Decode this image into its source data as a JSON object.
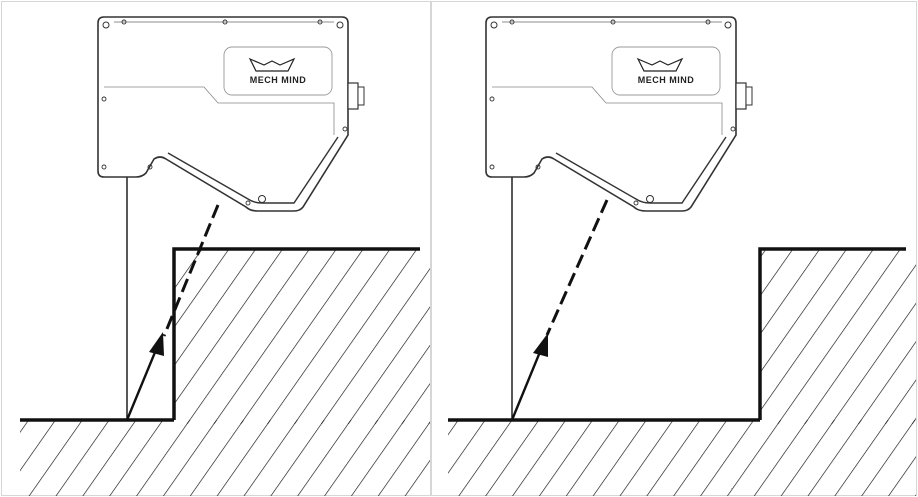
{
  "figure": {
    "panels": [
      {
        "id": "left",
        "brand_logo_text": "MECH MIND"
      },
      {
        "id": "right",
        "brand_logo_text": "MECH MIND"
      }
    ],
    "colors": {
      "background": "#ffffff",
      "stroke": "#111111",
      "panel_border": "#d6d6d6",
      "device_outline": "#333333",
      "logo_badge_border": "#999999"
    },
    "icons": [
      "laser-profiler-device",
      "mech-mind-logo",
      "hatched-surface",
      "laser-beam-arrow"
    ]
  }
}
